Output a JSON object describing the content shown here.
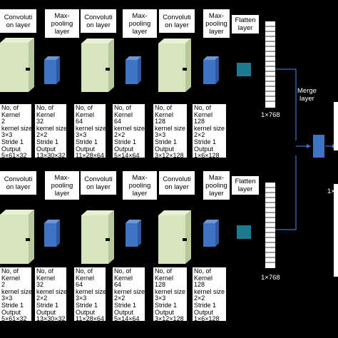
{
  "colors": {
    "background": "#000000",
    "conv_block": "#d6e5bd",
    "pool_block": "#3f74c5",
    "flatten_block": "#1c7b8f",
    "flatten_column": "#ffffff",
    "arrow": "#3f74c5"
  },
  "branches": [
    {
      "labels": {
        "conv1": "Convoluti\non layer",
        "pool1": "Max-\npooling\nlayer",
        "conv2": "Convoluti\non layer",
        "pool2": "Max-\npooling\nlayer",
        "conv3": "Convoluti\non layer",
        "pool3": "Max-\npooling\nlayer",
        "flatten": "Flatten\nlayer"
      },
      "info": [
        "No, of\nKernel\n2\nkernel size\n3×3\nStride 1\nOutput\n5×61×32",
        "No, of\nKernel\n32\nkernel size\n2×2\nStride 1\nOutput\n13×30×32",
        "No, of\nKernel\n64\nkernel size\n3×3\nStride 1\nOutput\n11×28×64",
        "No, of\nKernel\n64\nkernel size\n2×2\nStride 1\nOutput\n5×14×64",
        "No, of\nKernel\n128\nkernel size\n3×3\nStride 1\nOutput\n3×12×128",
        "No, of\nKernel\n128\nkernel size\n2×2\nStride 1\nOutput\n1×6×128"
      ],
      "flatten_size": "1×768"
    },
    {
      "labels": {
        "conv1": "Convoluti\non layer",
        "pool1": "Max-\npooling\nlayer",
        "conv2": "Convoluti\non layer",
        "pool2": "Max-\npooling\nlayer",
        "conv3": "Convoluti\non layer",
        "pool3": "Max-\npooling\nlayer",
        "flatten": "Flatten\nlayer"
      },
      "info": [
        "No, of\nKernel\n2\nkernel size\n3×3\nStride 1\nOutput\n5×61×32",
        "No, of\nKernel\n32\nkernel size\n2×2\nStride 1\nOutput\n13×30×32",
        "No, of\nKernel\n64\nkernel size\n3×3\nStride 1\nOutput\n11×28×64",
        "No, of\nKernel\n64\nkernel size\n2×2\nStride 1\nOutput\n5×14×64",
        "No, of\nKernel\n128\nkernel size\n3×3\nStride 1\nOutput\n3×12×128",
        "No, of\nKernel\n128\nkernel size\n2×2\nStride 1\nOutput\n1×6×128"
      ],
      "flatten_size": "1×768"
    }
  ],
  "merge": {
    "label": "Merge\nlayer",
    "output_partial": "1×"
  }
}
